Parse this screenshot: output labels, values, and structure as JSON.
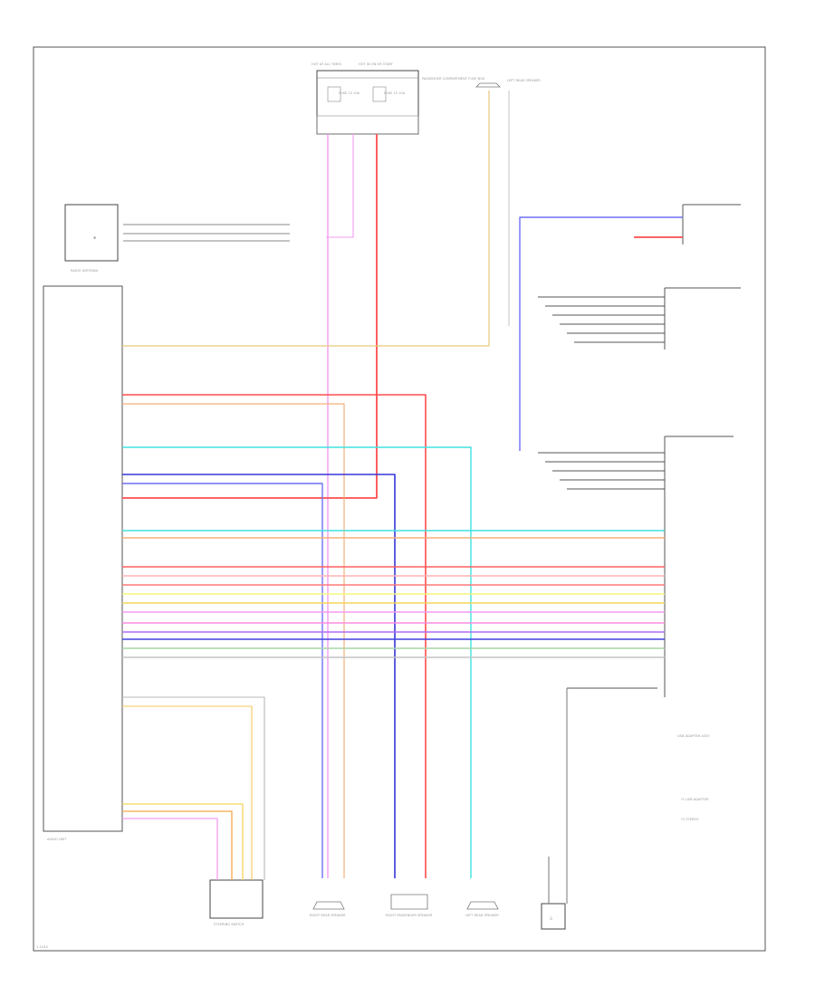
{
  "components": {
    "fuse_box": {
      "header_left": "HOT AT ALL TIMES",
      "header_right": "HOT IN ON OR START",
      "fuse_left": "FUSE 13 10A",
      "fuse_right": "FUSE 15 10A",
      "description": [
        "PASSENGER COMPARTMENT FUSE BOX"
      ]
    },
    "left_rear_speaker_top": "LEFT REAR SPEAKER",
    "radio_antenna": "RADIO ANTENNA",
    "audio_unit": "AUDIO UNIT",
    "steering_switch": "STEERING SWITCH",
    "ground_g": "G",
    "right_rear_speaker": "RIGHT REAR SPEAKER",
    "right_passenger_speaker": "RIGHT PASSENGER SPEAKER",
    "left_rear_speaker_bottom": "LEFT REAR SPEAKER",
    "usb_assy": "USB ADAPTER ASSY",
    "legend_1": "*1 USB ADAPTER",
    "legend_2": "*2 STEREO",
    "footer_code": "1-1234"
  }
}
